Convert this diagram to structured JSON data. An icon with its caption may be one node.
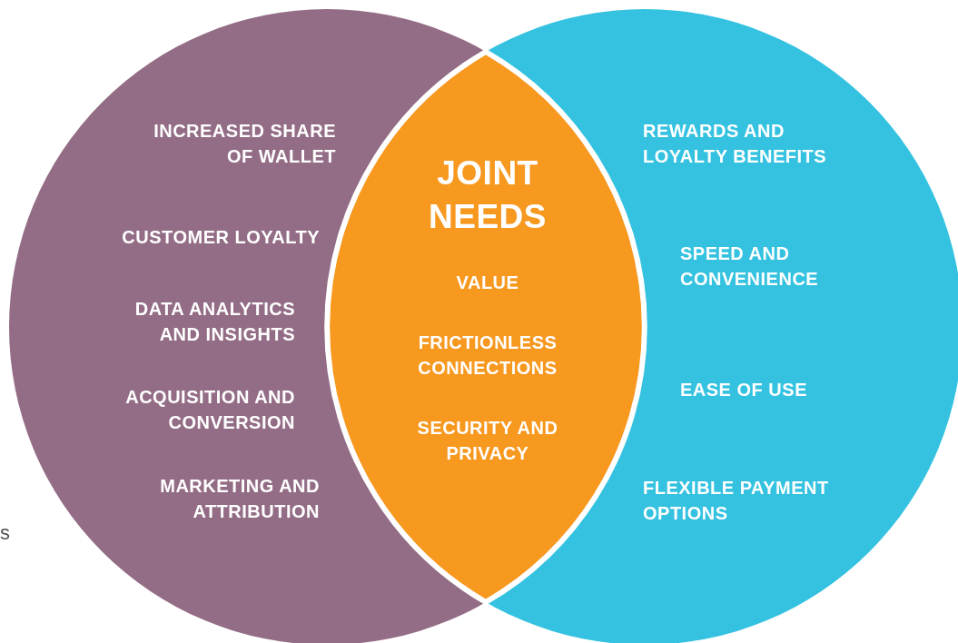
{
  "diagram": {
    "nodes": [
      {
        "text": [
          "INCREASED SHARE OF WALLET",
          "CUSTOMER LOYALTY",
          "DATA ANALYTICS AND INSIGHTS",
          "ACQUISITION AND CONVERSION",
          "MARKETING AND ATTRIBUTION"
        ]
      },
      {
        "text": [
          "REWARDS AND LOYALTY BENEFITS",
          "SPEED AND CONVENIENCE",
          "EASE OF USE",
          "FLEXIBLE PAYMENT OPTIONS"
        ]
      },
      {
        "text": [
          "JOINT NEEDS",
          "VALUE",
          "FRICTIONLESS CONNECTIONS",
          "SECURITY AND PRIVACY"
        ]
      }
    ],
    "labels": [
      "s"
    ]
  }
}
